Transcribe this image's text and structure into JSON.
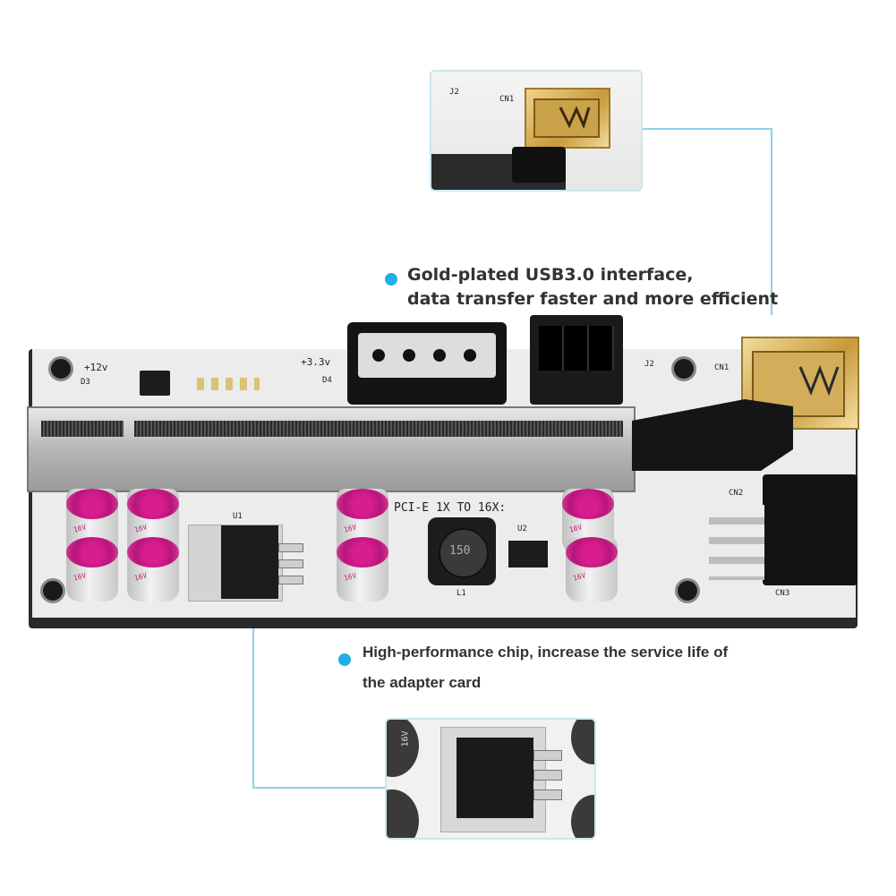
{
  "captions": {
    "usb_line1": "Gold-plated USB3.0 interface,",
    "usb_line2": "data transfer faster and more efficient",
    "chip_line1": "High-performance chip, increase the service life of",
    "chip_line2": "the adapter card"
  },
  "board_text": {
    "v12": "+12v",
    "v33": "+3.3v",
    "pcie_label": "PCI-E 1X TO 16X:",
    "u1": "U1",
    "u2": "U2",
    "j2": "J2",
    "cn1": "CN1",
    "cn2": "CN2",
    "cn3": "CN3",
    "d3": "D3",
    "d4": "D4",
    "l1": "L1",
    "inductor": "150",
    "cap_text": "16V"
  },
  "colors": {
    "accent": "#22aee6",
    "callout_line": "#8fd0ea",
    "board": "#e9e9e9",
    "cap_top": "#d81e8e"
  }
}
